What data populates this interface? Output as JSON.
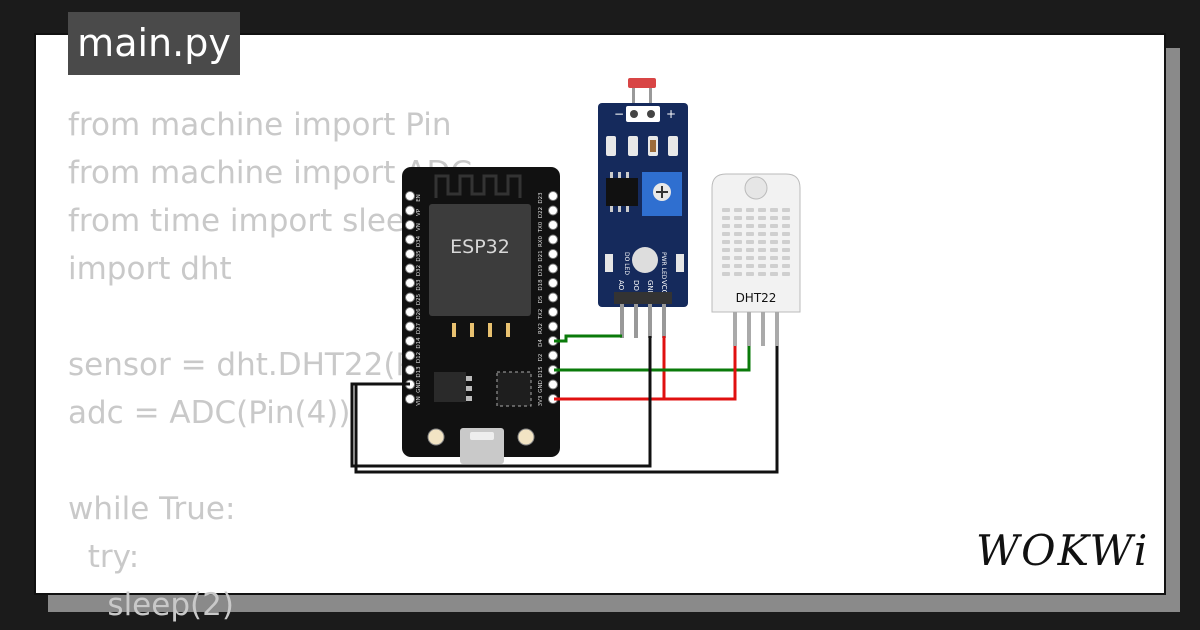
{
  "file_tab": {
    "label": "main.py"
  },
  "code": {
    "lines": [
      "from machine import Pin",
      "from machine import ADC",
      "from time import sleep",
      "import dht",
      "",
      "sensor = dht.DHT22(Pin(15))",
      "adc = ADC(Pin(4))",
      "",
      "while True:",
      "  try:",
      "    sleep(2)"
    ]
  },
  "circuit": {
    "esp32": {
      "label": "ESP32",
      "left_pins": [
        "EN",
        "VP",
        "VN",
        "D34",
        "D35",
        "D32",
        "D33",
        "D25",
        "D26",
        "D27",
        "D14",
        "D12",
        "D13",
        "GND",
        "VIN"
      ],
      "right_pins": [
        "D23",
        "D22",
        "TX0",
        "RX0",
        "D21",
        "D19",
        "D18",
        "D5",
        "TX2",
        "RX2",
        "D4",
        "D2",
        "D15",
        "GND",
        "3V3"
      ]
    },
    "light_sensor": {
      "top_labels": [
        "−",
        "+"
      ],
      "led_labels": [
        "DO LED",
        "PWR LED"
      ],
      "pin_labels": [
        "AO",
        "DO",
        "GND",
        "VCC"
      ]
    },
    "dht22": {
      "label": "DHT22"
    },
    "wire_colors": {
      "signal": "#0a7a0a",
      "power": "#e01010",
      "ground": "#111111"
    }
  },
  "brand": {
    "logo": "WOKWi"
  }
}
